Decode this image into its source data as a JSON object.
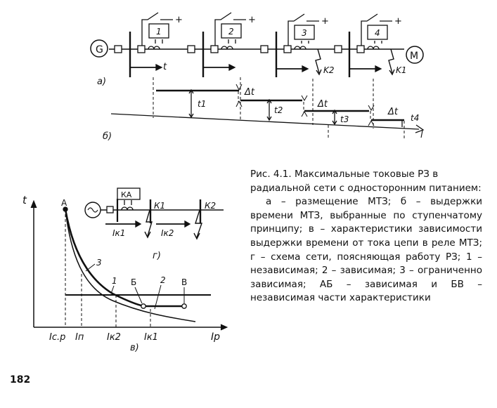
{
  "page_number": "182",
  "caption": {
    "title": "Рис. 4.1. Максимальные токовые РЗ в радиальной сети с односторонним питанием:",
    "body": "а – размещение МТЗ; б – выдержки времени МТЗ, выбранные по ступенчатому принципу; в – характеристики зависимости выдержки времени от тока цепи в реле МТЗ; г – схема сети, поясняющая работу РЗ; 1 – независимая; 2 – зависимая; 3 – ограниченно зависимая; АБ – зависимая и БВ – независимая части характеристики"
  },
  "fig_a": {
    "panel_label": "а)",
    "source_label": "G",
    "motor_label": "M",
    "relay_labels": [
      "1",
      "2",
      "3",
      "4"
    ],
    "plus_sign": "+",
    "fault_labels": [
      "K2",
      "K1"
    ],
    "t_label": "t"
  },
  "fig_b": {
    "panel_label": "б)",
    "delta_t": "Δt",
    "step_labels": [
      "t1",
      "t2",
      "t3",
      "t4"
    ],
    "axis_label": "l"
  },
  "fig_v": {
    "panel_label": "в)",
    "y_axis_label": "t",
    "x_axis_label": "Iр",
    "x_tick_labels": [
      "Iс.р",
      "Iп",
      "Iк2",
      "Iк1"
    ],
    "curve_labels": [
      "3",
      "1",
      "2"
    ],
    "point_labels": [
      "А",
      "Б",
      "В"
    ]
  },
  "fig_g": {
    "panel_label": "г)",
    "relay_label": "КА",
    "fault_labels": [
      "К1",
      "К2"
    ],
    "current_labels": [
      "Iк1",
      "Iк2"
    ]
  }
}
